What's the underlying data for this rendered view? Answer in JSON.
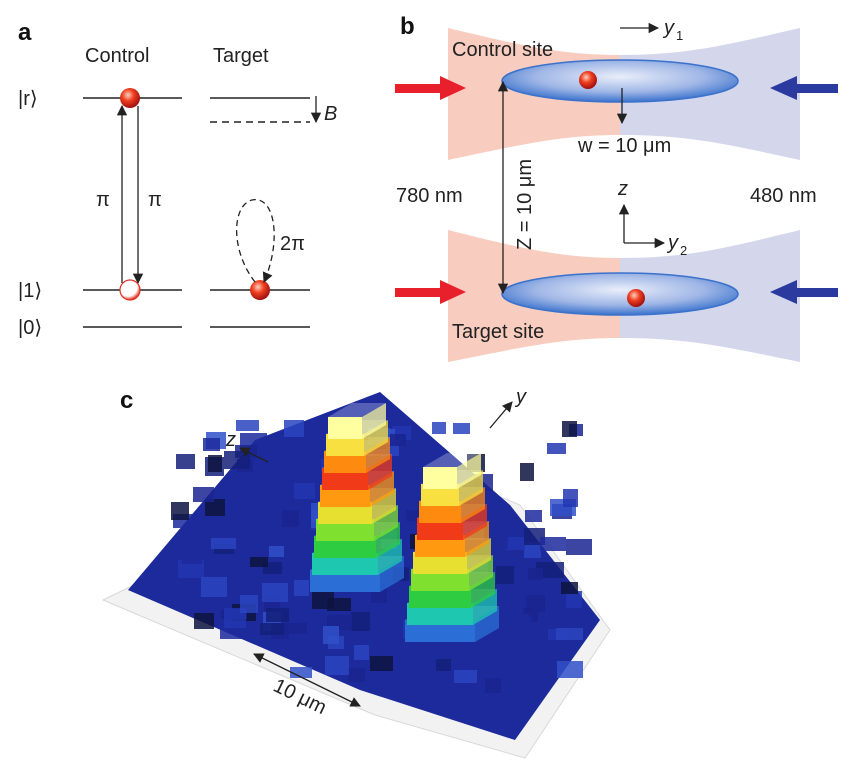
{
  "panel_a": {
    "letter": "a",
    "control_label": "Control",
    "target_label": "Target",
    "ket_r": "|r⟩",
    "ket_1": "|1⟩",
    "ket_0": "|0⟩",
    "pi_up": "π",
    "pi_down": "π",
    "two_pi": "2π",
    "b_field": "B"
  },
  "panel_b": {
    "letter": "b",
    "control_site": "Control site",
    "target_site": "Target site",
    "y1": "y",
    "y1_sub": "1",
    "y2": "y",
    "y2_sub": "2",
    "z_axis": "z",
    "waist": "w = 10 μm",
    "separation": "Z = 10 μm",
    "left_wavelength": "780 nm",
    "right_wavelength": "480 nm",
    "red_beam_color": "#e8202c",
    "blue_beam_color": "#2a3a9e"
  },
  "panel_c": {
    "letter": "c",
    "z_axis": "z",
    "y_axis": "y",
    "scale_bar": "10 μm"
  }
}
